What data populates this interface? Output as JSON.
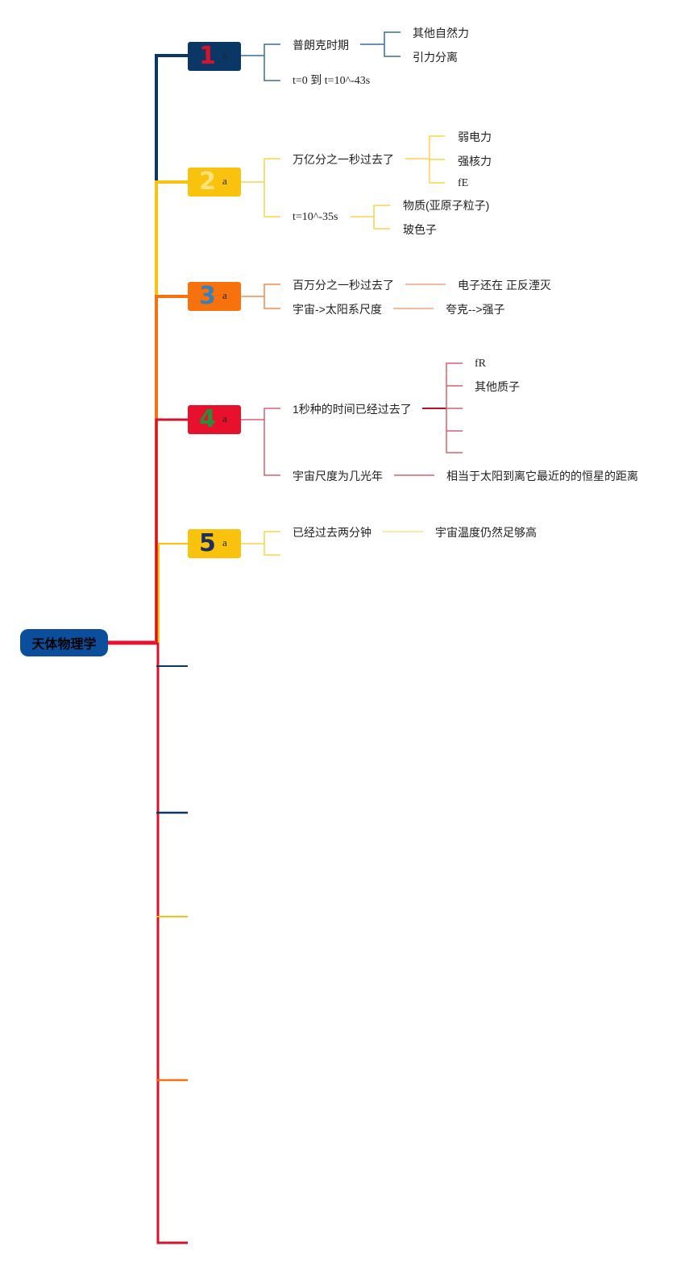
{
  "root": {
    "label": "天体物理学"
  },
  "colors": {
    "navy": "#0a3766",
    "yellow": "#f9c20d",
    "orange": "#f7710d",
    "red": "#d7122b",
    "rootBlue": "#0b4f9c"
  },
  "branches": [
    {
      "number": "1",
      "label": "a",
      "badge_color": "#0a3766",
      "number_color": "#d7122b",
      "children": [
        {
          "text": "普朗克时期",
          "children": [
            "其他自然力",
            "引力分离"
          ]
        },
        {
          "text": "t=0 到 t=10^-43s",
          "children": []
        }
      ]
    },
    {
      "number": "2",
      "label": "a",
      "badge_color": "#f9c20d",
      "number_color": "#ffe27a",
      "children": [
        {
          "text": "万亿分之一秒过去了",
          "children": [
            "弱电力",
            "强核力",
            "fE"
          ]
        },
        {
          "text": "t=10^-35s",
          "children": [
            "物质(亚原子粒子)",
            "玻色子"
          ]
        }
      ]
    },
    {
      "number": "3",
      "label": "a",
      "badge_color": "#f7710d",
      "number_color": "#3b7fb8",
      "children": [
        {
          "text": "百万分之一秒过去了",
          "children": [
            "电子还在 正反湮灭"
          ]
        },
        {
          "text": "宇宙->太阳系尺度",
          "children": [
            "夸克-->强子"
          ]
        }
      ]
    },
    {
      "number": "4",
      "label": "a",
      "badge_color": "#e8112d",
      "number_color": "#2e8b3a",
      "children": [
        {
          "text": "1秒种的时间已经过去了",
          "children": [
            "fR",
            "其他质子",
            "",
            "",
            ""
          ]
        },
        {
          "text": "宇宙尺度为几光年",
          "children": [
            "相当于太阳到离它最近的的恒星的距离"
          ]
        }
      ]
    },
    {
      "number": "5",
      "label": "a",
      "badge_color": "#f9c20d",
      "number_color": "#1e2f5e",
      "children": [
        {
          "text": "已经过去两分钟",
          "children": [
            "宇宙温度仍然足够高"
          ]
        },
        {
          "text": "",
          "children": []
        }
      ]
    }
  ]
}
